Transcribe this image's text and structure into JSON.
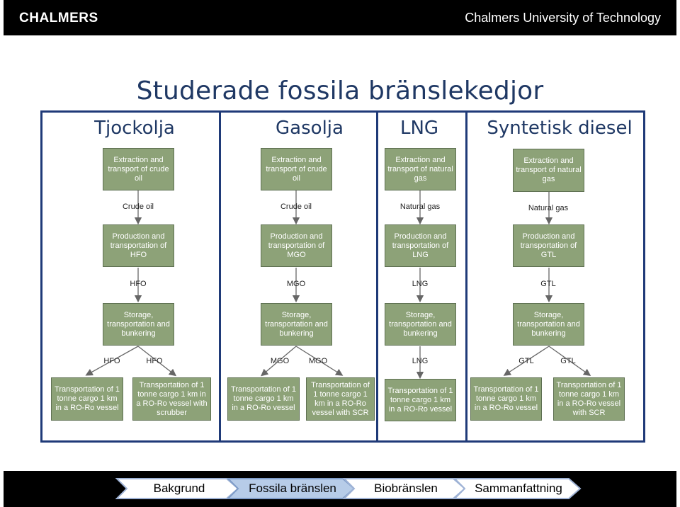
{
  "header": {
    "logo": "CHALMERS",
    "university": "Chalmers University of Technology"
  },
  "title": "Studerade fossila bränslekedjor",
  "columns": {
    "tjockolja": {
      "heading": "Tjockolja",
      "box1": "Extraction and transport of crude oil",
      "label1": "Crude oil",
      "box2": "Production and transportation of HFO",
      "label2": "HFO",
      "box3": "Storage, transportation and bunkering",
      "label3a": "HFO",
      "label3b": "HFO",
      "box4a": "Transportation of 1 tonne cargo 1 km in a RO-Ro vessel",
      "box4b": "Transportation of 1 tonne cargo 1 km in a RO-Ro vessel with scrubber"
    },
    "gasolja": {
      "heading": "Gasolja",
      "box1": "Extraction and transport of crude oil",
      "label1": "Crude oil",
      "box2": "Production and transportation of MGO",
      "label2": "MGO",
      "box3": "Storage, transportation and bunkering",
      "label3a": "MGO",
      "label3b": "MGO",
      "box4a": "Transportation of 1 tonne cargo 1 km in a RO-Ro vessel",
      "box4b": "Transportation of 1 tonne cargo 1 km in a RO-Ro vessel with SCR"
    },
    "lng": {
      "heading": "LNG",
      "box1": "Extraction and transport of natural gas",
      "label1": "Natural gas",
      "box2": "Production and transportation of LNG",
      "label2": "LNG",
      "box3": "Storage, transportation and bunkering",
      "label3a": "LNG",
      "box4a": "Transportation of 1 tonne cargo 1 km in a RO-Ro vessel"
    },
    "syntetisk": {
      "heading": "Syntetisk diesel",
      "box1": "Extraction and transport of natural gas",
      "label1": "Natural gas",
      "box2": "Production and transportation of GTL",
      "label2": "GTL",
      "box3": "Storage, transportation and bunkering",
      "label3a": "GTL",
      "label3b": "GTL",
      "box4a": "Transportation of 1 tonne cargo 1 km in a RO-Ro vessel",
      "box4b": "Transportation of 1 tonne cargo 1 km in a RO-Ro vessel with SCR"
    }
  },
  "nav": {
    "items": [
      "Bakgrund",
      "Fossila bränslen",
      "Biobränslen",
      "Sammanfattning"
    ],
    "active_index": 1
  }
}
